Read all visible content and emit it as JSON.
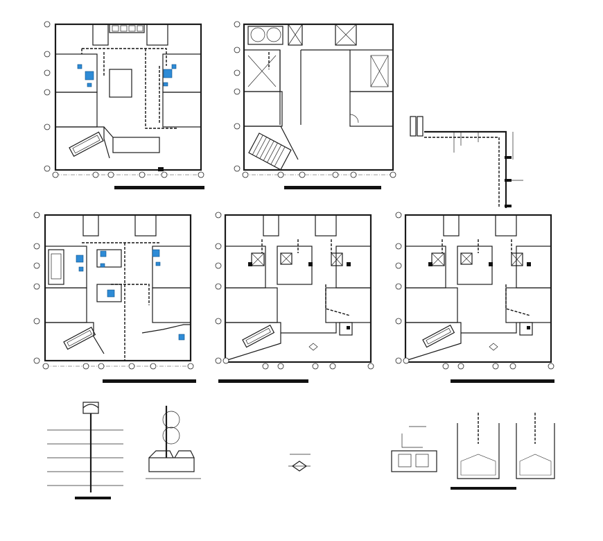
{
  "drawing": {
    "panels": [
      {
        "id": "plan-1",
        "grid_cols": 5,
        "grid_rows": 6
      },
      {
        "id": "plan-2",
        "grid_cols": 5,
        "grid_rows": 6
      },
      {
        "id": "plan-3",
        "grid_cols": 5,
        "grid_rows": 6
      },
      {
        "id": "plan-4",
        "grid_cols": 5,
        "grid_rows": 6
      },
      {
        "id": "plan-5",
        "grid_cols": 5,
        "grid_rows": 6
      }
    ],
    "colors": {
      "linework": "#1a1a1a",
      "fixture_fill": "#2e8bd6",
      "background": "#ffffff"
    }
  }
}
